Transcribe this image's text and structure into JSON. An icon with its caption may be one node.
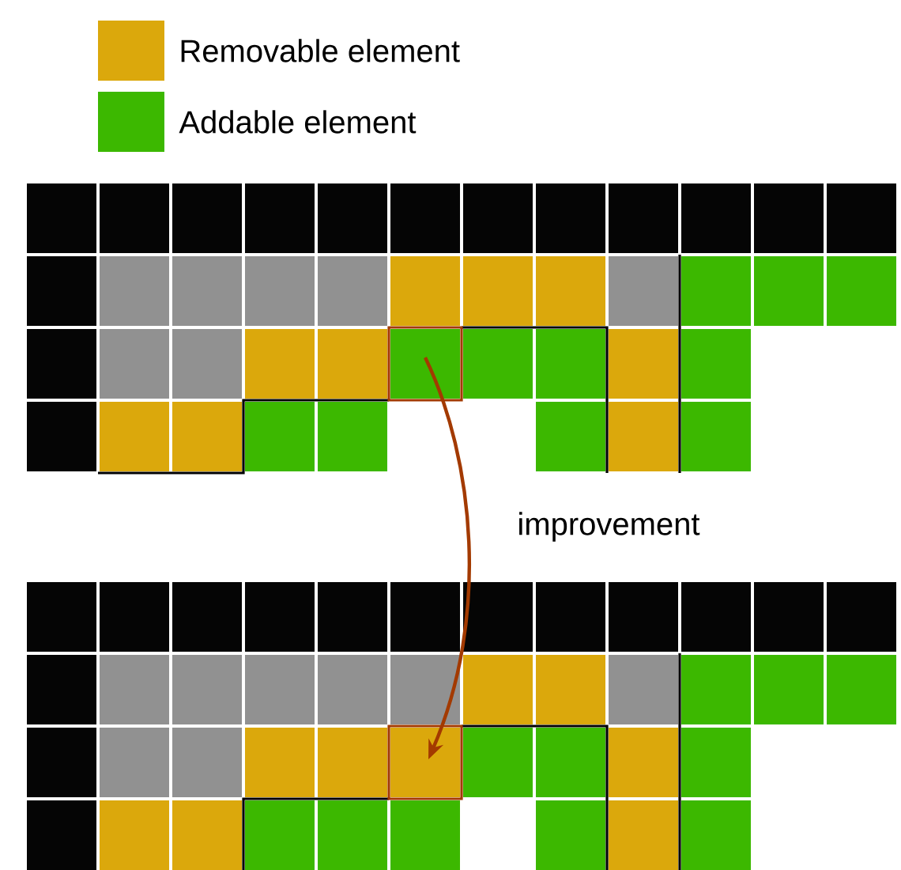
{
  "diagram": {
    "nodes": [
      {
        "text": [],
        "shape": "box"
      },
      {
        "text": [],
        "shape": "box"
      }
    ],
    "edges": [
      {
        "from": 0,
        "to": 1,
        "arrow": "to",
        "label": "improvement",
        "color": "#a33a00"
      }
    ],
    "legend": [
      {
        "text": "Removable element",
        "color": "#dba80c"
      },
      {
        "text": "Addable element",
        "color": "#3cb800"
      }
    ]
  }
}
